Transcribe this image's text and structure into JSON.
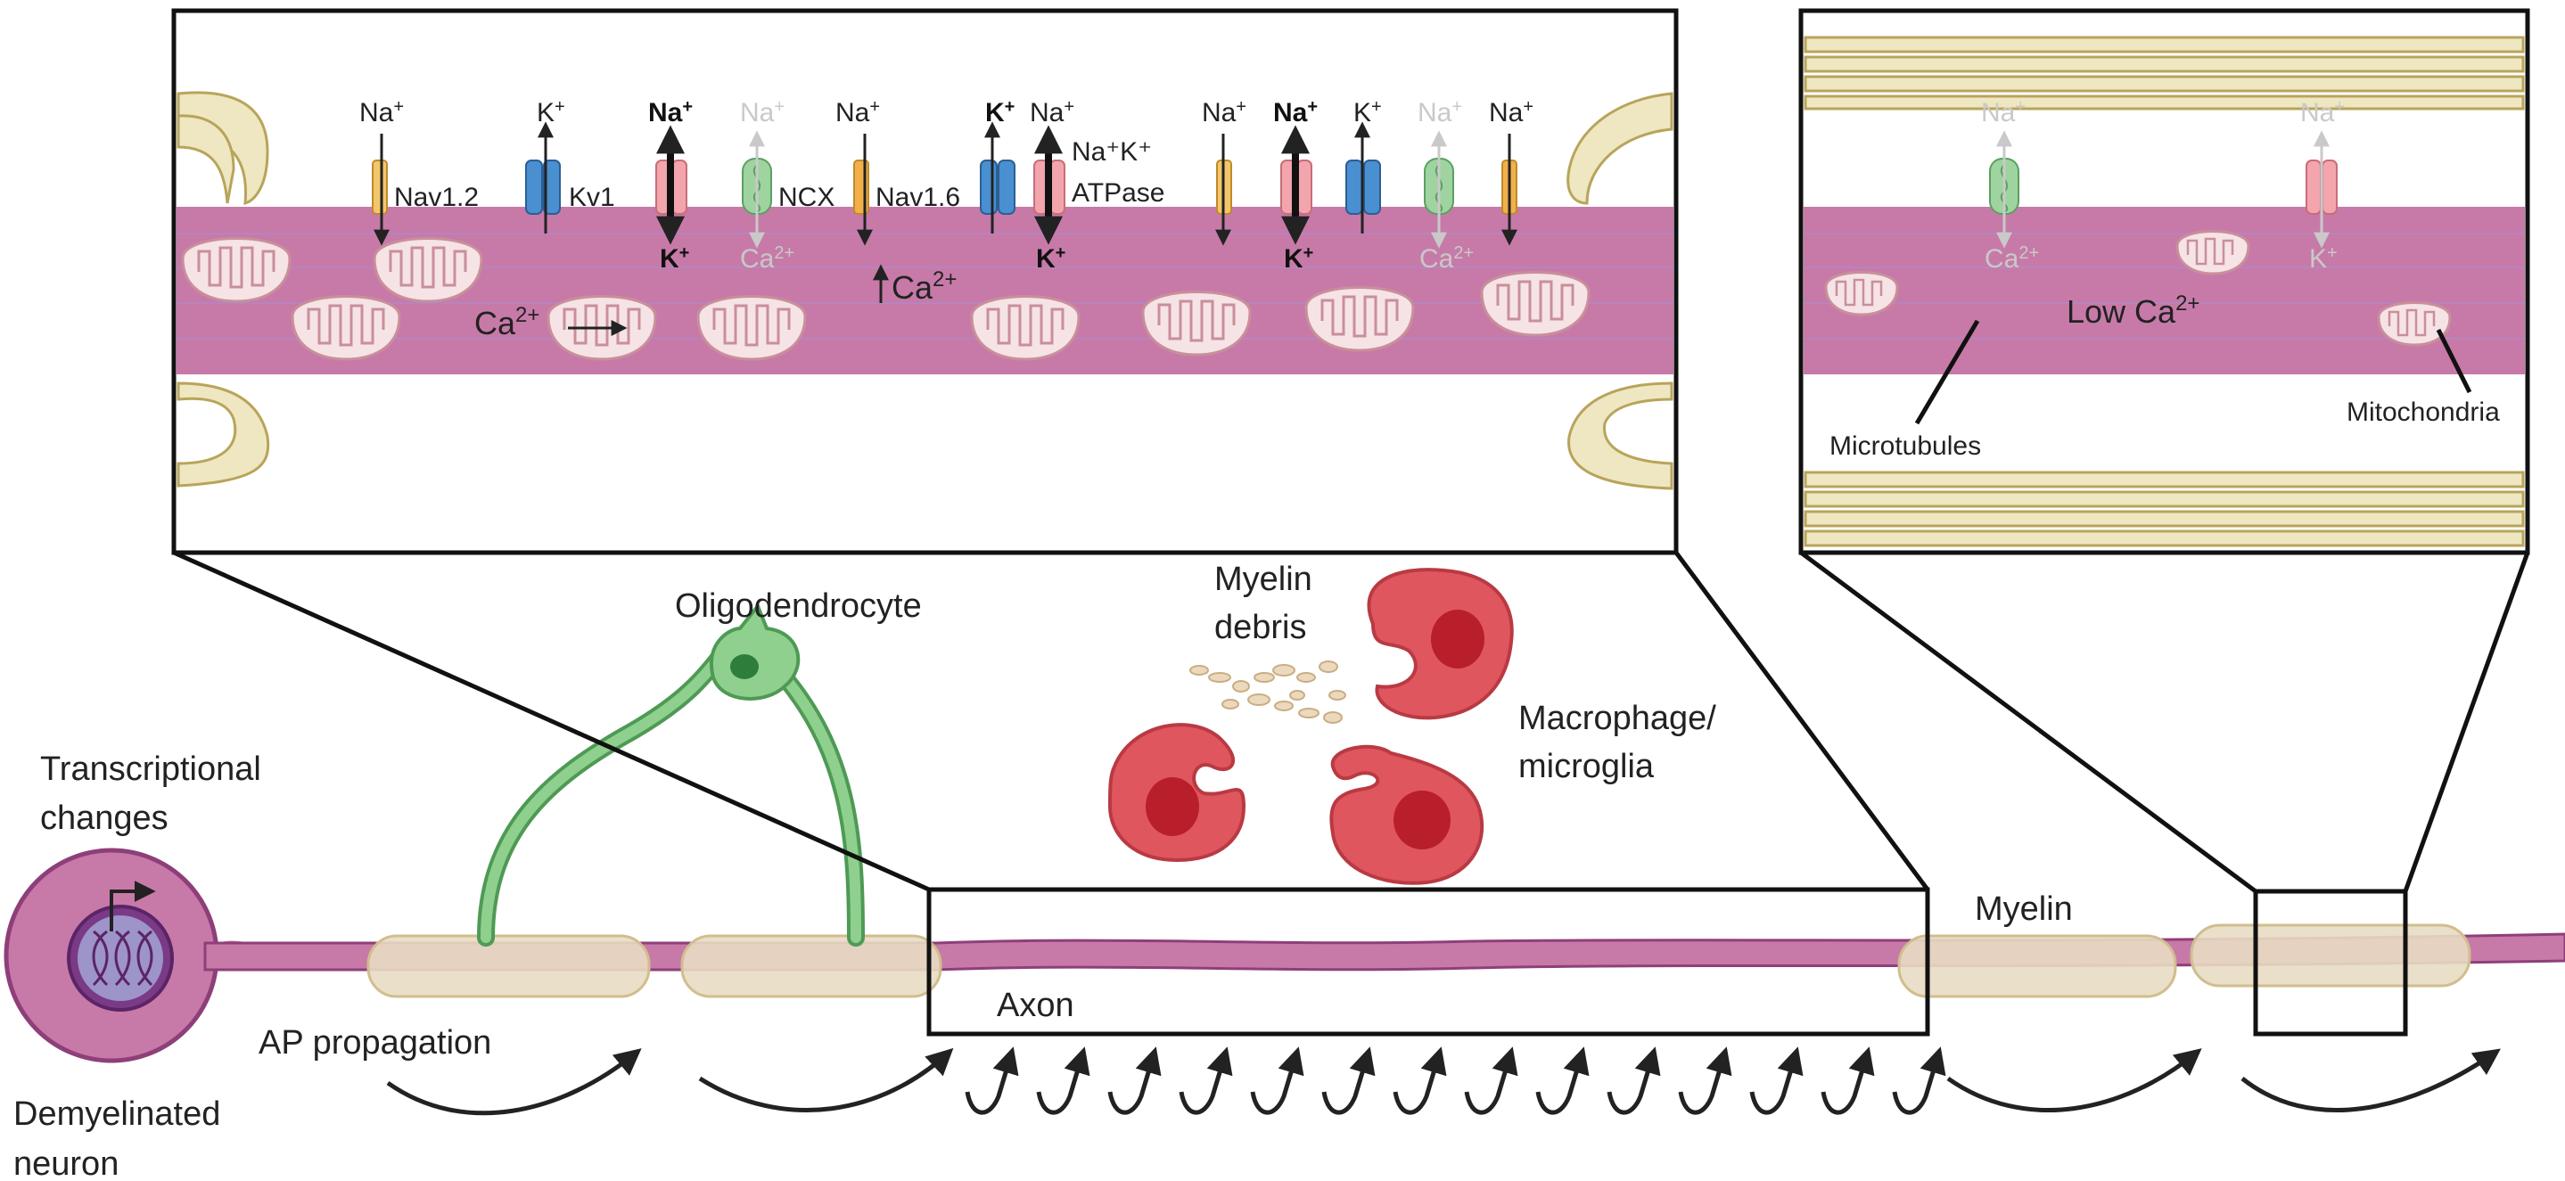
{
  "labels": {
    "oligodendrocyte": "Oligodendrocyte",
    "myelin_debris_1": "Myelin",
    "myelin_debris_2": "debris",
    "macrophage_1": "Macrophage/",
    "macrophage_2": "microglia",
    "transcriptional_1": "Transcriptional",
    "transcriptional_2": "changes",
    "ap_propagation": "AP propagation",
    "demyelinated_1": "Demyelinated",
    "demyelinated_2": "neuron",
    "axon": "Axon",
    "myelin": "Myelin"
  },
  "left_panel": {
    "na": "Na",
    "k": "K",
    "ca": "Ca",
    "plus": "+",
    "two_plus": "2+",
    "nav12": "Nav1.2",
    "kv1": "Kv1",
    "ncx": "NCX",
    "nav16": "Nav1.6",
    "nak": "Na⁺K⁺",
    "atpase": "ATPase"
  },
  "right_panel": {
    "low_ca": "Low Ca",
    "two_plus": "2+",
    "microtubules": "Microtubules",
    "mitochondria": "Mitochondria"
  },
  "colors": {
    "axon": "#c77aa8",
    "myelin": "#e8dcc2",
    "oligodendrocyte": "#7cbf7c",
    "macrophage": "#e0565e",
    "nav_channel": "#f2c66b",
    "kv_channel": "#4a8fd0",
    "ncx_channel": "#9fd3a0",
    "atpase_channel": "#f2a5ad"
  }
}
